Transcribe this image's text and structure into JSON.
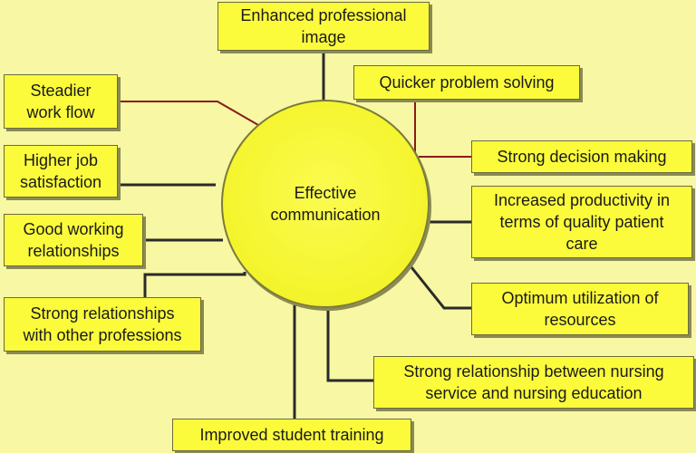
{
  "center": {
    "label": "Effective\ncommunication"
  },
  "nodes": {
    "enhanced_image": "Enhanced professional\nimage",
    "quicker_problem_solving": "Quicker problem solving",
    "strong_decision_making": "Strong decision making",
    "increased_productivity": "Increased productivity in\nterms of quality patient\ncare",
    "optimum_utilization": "Optimum utilization of\nresources",
    "nursing_relationship": "Strong relationship between nursing\nservice and nursing education",
    "improved_training": "Improved student training",
    "relationships_professions": "Strong relationships\nwith other professions",
    "good_working": "Good working\nrelationships",
    "job_satisfaction": "Higher job\nsatisfaction",
    "steadier_flow": "Steadier\nwork flow"
  },
  "colors": {
    "background": "#f7f7a4",
    "box_fill": "#fbfb3c",
    "connector_red": "#8b1a1a",
    "connector_dark": "#2a2a2a"
  }
}
